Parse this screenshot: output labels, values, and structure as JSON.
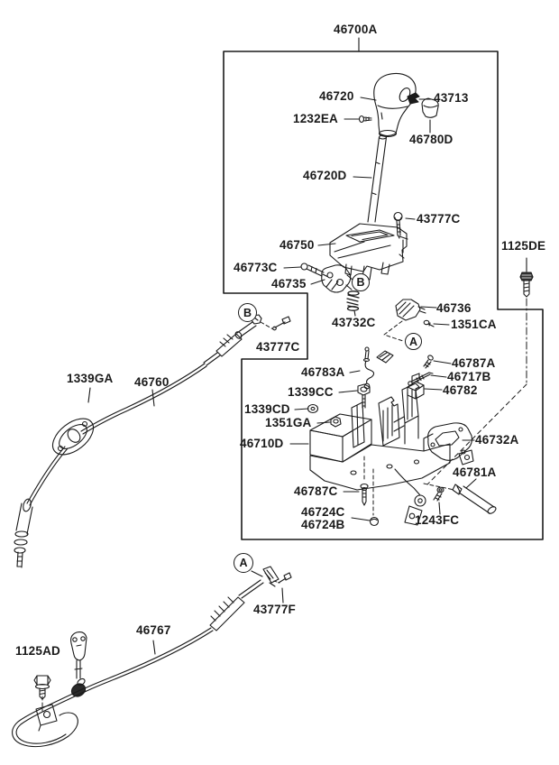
{
  "figure": {
    "type": "exploded-parts-diagram",
    "subject": "shift lever / control cable assembly",
    "background_color": "#ffffff",
    "line_color": "#1a1a1a"
  },
  "labels": {
    "assembly": "46700A",
    "knob": "46720",
    "knob_clip": "43713",
    "knob_screw": "1232EA",
    "knob_cap": "46780D",
    "lever_shaft": "46720D",
    "bolt_top": "43777C",
    "housing": "46750",
    "switch_screw": "46773C",
    "switch": "46735",
    "damper": "43732C",
    "detent": "46736",
    "detent_screw": "1351CA",
    "screw_a": "46787A",
    "pin_rod": "46717B",
    "solenoid": "46782",
    "harness": "46783A",
    "nut_cc": "1339CC",
    "washer_cd": "1339CD",
    "nut_ga_small": "1351GA",
    "bracket": "46710D",
    "side_plate": "46732A",
    "main_pin": "46781A",
    "screw_c": "46787C",
    "bushing_c": "46724C",
    "bushing_b": "46724B",
    "screw_fc": "1243FC",
    "bolt_de": "1125DE",
    "cable_clip_left": "43777C",
    "nut_ga": "1339GA",
    "shift_cable": "46760",
    "lock_cable": "46767",
    "cable_clip_f": "43777F",
    "bolt_ad": "1125AD"
  },
  "callouts": {
    "a": "A",
    "b": "B"
  }
}
